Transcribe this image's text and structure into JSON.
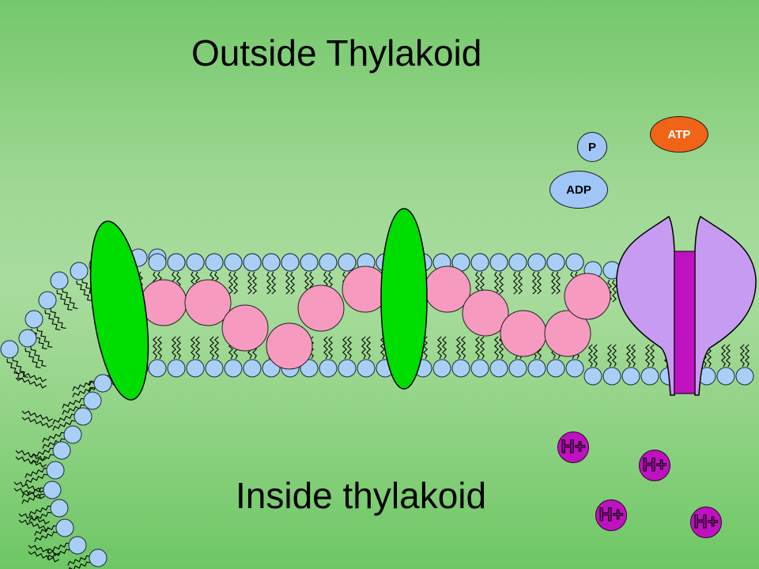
{
  "labels": {
    "outside": "Outside Thylakoid",
    "inside": "Inside thylakoid"
  },
  "molecules": {
    "atp": "ATP",
    "phosphate": "P",
    "adp": "ADP"
  },
  "hydrogen_ions": [
    "H+",
    "H+",
    "H+",
    "H+"
  ],
  "colors": {
    "background": "#9fd894",
    "phospholipid_head": "#a9cff7",
    "photosystem": "#00dd00",
    "electron_carrier": "#f79ac0",
    "atp_synthase": "#c79bf2",
    "atp_synthase_channel": "#c011c0",
    "atp": "#f06418",
    "adp": "#9fc6f6",
    "hydrogen_ion": "#c011c0"
  }
}
